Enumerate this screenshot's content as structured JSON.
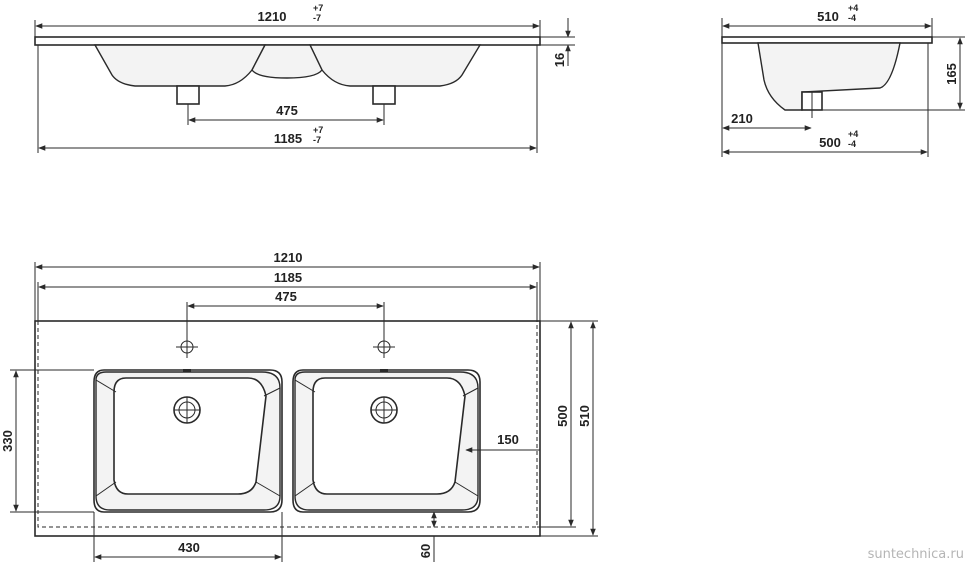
{
  "front_view": {
    "overall_width": "1210",
    "overall_width_tol_plus": "+7",
    "overall_width_tol_minus": "-7",
    "drain_spacing": "475",
    "bottom_width": "1185",
    "bottom_width_tol_plus": "+7",
    "bottom_width_tol_minus": "-7",
    "thickness": "16"
  },
  "side_view": {
    "depth": "510",
    "depth_tol_plus": "+4",
    "depth_tol_minus": "-4",
    "height": "165",
    "drain_offset": "210",
    "base_depth": "500",
    "base_depth_tol_plus": "+4",
    "base_depth_tol_minus": "-4"
  },
  "top_view": {
    "overall_width": "1210",
    "inner_width": "1185",
    "tap_spacing": "475",
    "bowl_height": "330",
    "bowl_width": "430",
    "edge_offset": "150",
    "depth_inner": "500",
    "depth_outer": "510",
    "front_offset": "60"
  },
  "watermark": "suntechnica.ru"
}
